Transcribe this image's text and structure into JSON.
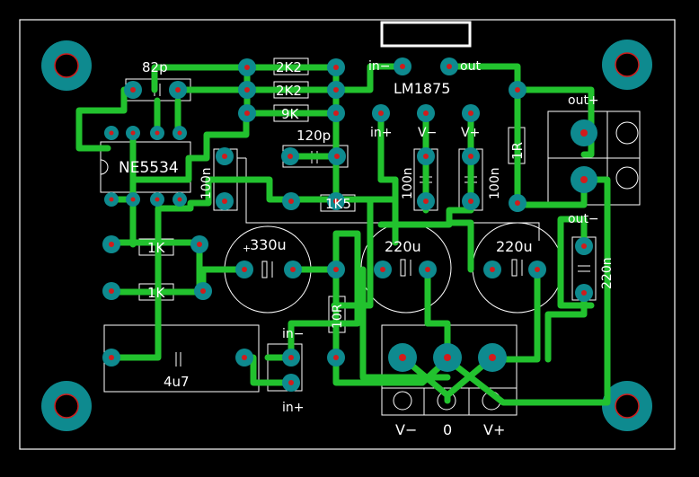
{
  "board": {
    "colors": {
      "background": "#000000",
      "outline": "#ffffff",
      "trace": "#22c22e",
      "pad": "#0e8a8f",
      "pad_hole": "#d01c1c",
      "silk": "#ffffff"
    }
  },
  "labels": {
    "c82p": "82p",
    "r2k2_a": "2K2",
    "r2k2_b": "2K2",
    "r9k": "9K",
    "c120p": "120p",
    "in_minus_top": "in−",
    "out_top": "out",
    "lm1875": "LM1875",
    "in_plus_mid": "in+",
    "v_minus_mid": "V−",
    "v_plus_mid": "V+",
    "r1r": "1R",
    "out_plus": "out+",
    "out_minus": "out−",
    "ne5534": "NE5534",
    "c100n_left": "100n",
    "c100n_mid_a": "100n",
    "c100n_mid_b": "100n",
    "r1k5": "1K5",
    "r1k_a": "1K",
    "r1k_b": "1K",
    "c330u": "330u",
    "c220u_a": "220u",
    "c220u_b": "220u",
    "c220n": "220n",
    "r10r": "10R",
    "in_minus_bot": "in−",
    "in_plus_bot": "in+",
    "c4u7": "4u7",
    "v_minus_bot": "V−",
    "zero_bot": "0",
    "v_plus_bot": "V+"
  }
}
